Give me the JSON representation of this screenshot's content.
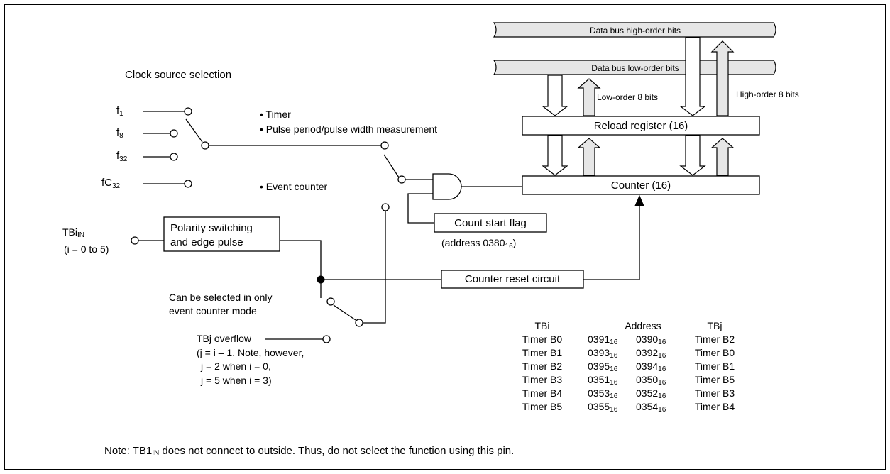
{
  "diagram": {
    "heading": "Clock source selection",
    "bus_high_label": "Data bus high-order bits",
    "bus_low_label": "Data bus low-order bits",
    "low_bits_label": "Low-order 8 bits",
    "high_bits_label": "High-order 8 bits",
    "reload_register_label": "Reload register (16)",
    "counter_label": "Counter (16)",
    "clock_sources": {
      "f1": {
        "base": "f",
        "sub": "1"
      },
      "f8": {
        "base": "f",
        "sub": "8"
      },
      "f32": {
        "base": "f",
        "sub": "32"
      },
      "fc32": {
        "base": "fC",
        "sub": "32"
      }
    },
    "mode_timer": "• Timer",
    "mode_pulse": "• Pulse period/pulse width measurement",
    "mode_event": "• Event counter",
    "count_start_flag": "Count start flag",
    "count_start_addr": {
      "prefix": "(address 0380",
      "sub": "16",
      "suffix": ")"
    },
    "tbin": {
      "base": "TBi",
      "sub": "IN"
    },
    "tbin_range": "(i = 0 to 5)",
    "polarity_line1": "Polarity switching",
    "polarity_line2": "and edge pulse",
    "counter_reset": "Counter reset circuit",
    "select_note_line1": "Can be selected in only",
    "select_note_line2": "event counter mode",
    "tbj_overflow": "TBj overflow",
    "tbj_note_1": "(j = i – 1. Note, however,",
    "tbj_note_2": "j = 2 when i = 0,",
    "tbj_note_3": "j = 5 when i = 3)"
  },
  "address_table": {
    "headers": {
      "tbi": "TBi",
      "address": "Address",
      "tbj": "TBj"
    },
    "suffix": "16",
    "rows": [
      {
        "tbi": "Timer B0",
        "addr_hi": "0391",
        "addr_lo": "0390",
        "tbj": "Timer B2"
      },
      {
        "tbi": "Timer B1",
        "addr_hi": "0393",
        "addr_lo": "0392",
        "tbj": "Timer B0"
      },
      {
        "tbi": "Timer B2",
        "addr_hi": "0395",
        "addr_lo": "0394",
        "tbj": "Timer B1"
      },
      {
        "tbi": "Timer B3",
        "addr_hi": "0351",
        "addr_lo": "0350",
        "tbj": "Timer B5"
      },
      {
        "tbi": "Timer B4",
        "addr_hi": "0353",
        "addr_lo": "0352",
        "tbj": "Timer B3"
      },
      {
        "tbi": "Timer B5",
        "addr_hi": "0355",
        "addr_lo": "0354",
        "tbj": "Timer B4"
      }
    ]
  },
  "note": {
    "prefix": "Note: TB1",
    "sub": "IN",
    "suffix": " does not connect to outside. Thus, do not select the function using this pin."
  }
}
